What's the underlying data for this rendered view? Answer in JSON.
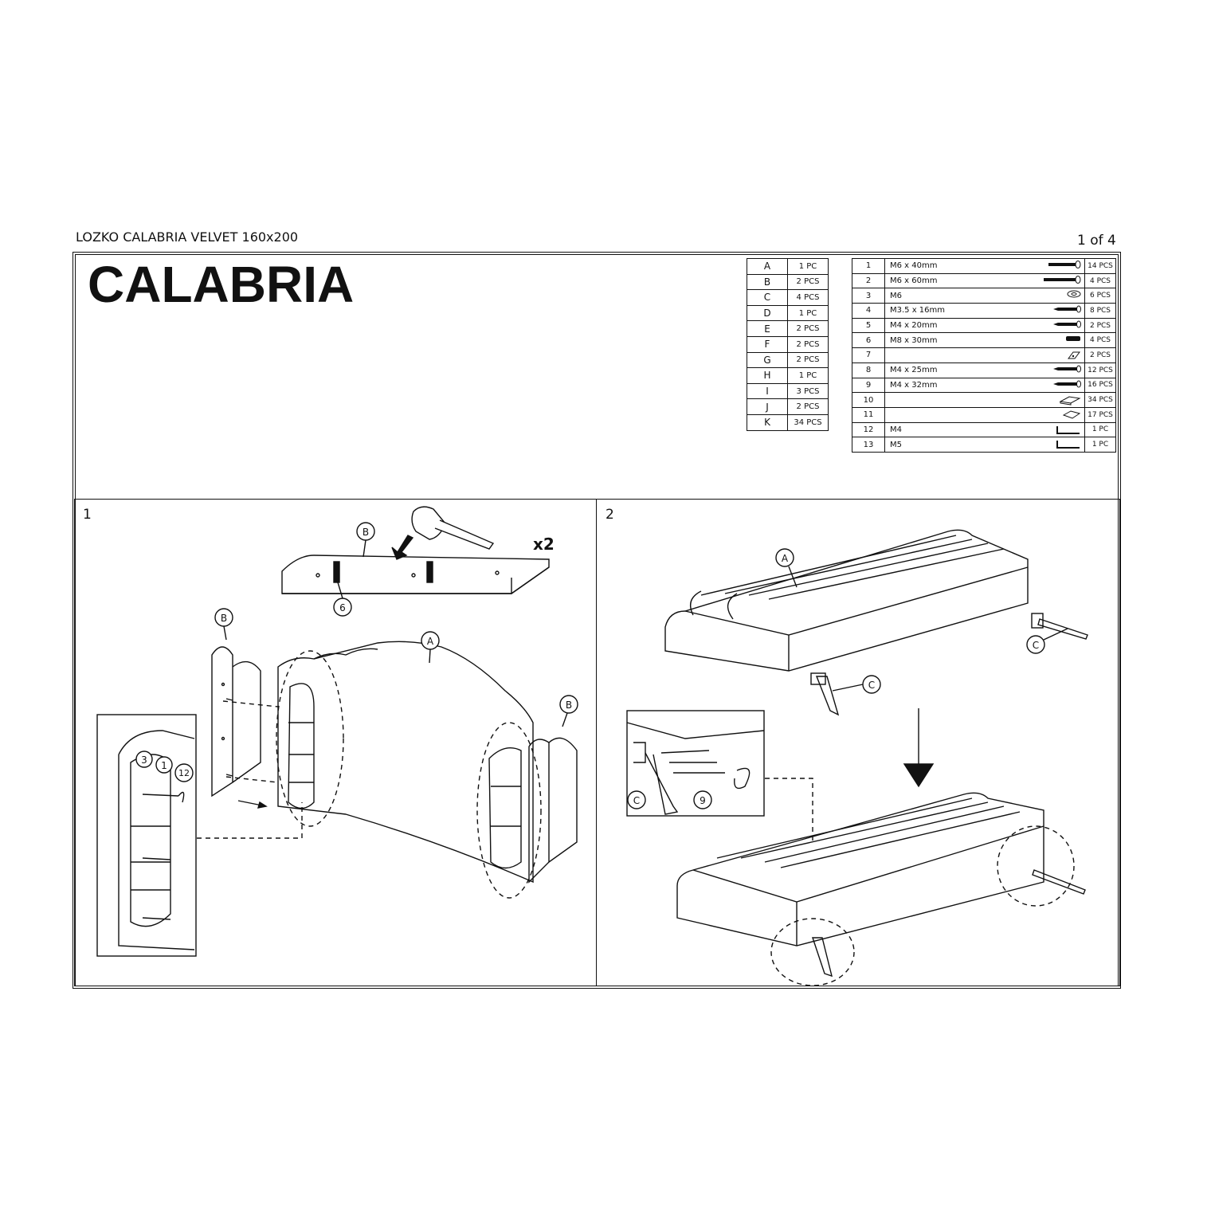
{
  "document": {
    "title": "LOZKO CALABRIA VELVET 160x200",
    "page": "1 of 4",
    "brand": "CALABRIA"
  },
  "parts": [
    {
      "letter": "A",
      "qty": "1 PC"
    },
    {
      "letter": "B",
      "qty": "2 PCS"
    },
    {
      "letter": "C",
      "qty": "4 PCS"
    },
    {
      "letter": "D",
      "qty": "1 PC"
    },
    {
      "letter": "E",
      "qty": "2 PCS"
    },
    {
      "letter": "F",
      "qty": "2 PCS"
    },
    {
      "letter": "G",
      "qty": "2 PCS"
    },
    {
      "letter": "H",
      "qty": "1 PC"
    },
    {
      "letter": "I",
      "qty": "3 PCS"
    },
    {
      "letter": "J",
      "qty": "2 PCS"
    },
    {
      "letter": "K",
      "qty": "34 PCS"
    }
  ],
  "hardware": [
    {
      "num": "1",
      "spec": "M6 x 40mm",
      "qty": "14 PCS",
      "icon": "bolt-icon"
    },
    {
      "num": "2",
      "spec": "M6 x 60mm",
      "qty": "4 PCS",
      "icon": "long-bolt-icon"
    },
    {
      "num": "3",
      "spec": "M6",
      "qty": "6 PCS",
      "icon": "washer-icon"
    },
    {
      "num": "4",
      "spec": "M3.5 x 16mm",
      "qty": "8 PCS",
      "icon": "screw-icon"
    },
    {
      "num": "5",
      "spec": "M4 x 20mm",
      "qty": "2 PCS",
      "icon": "screw-icon"
    },
    {
      "num": "6",
      "spec": "M8 x 30mm",
      "qty": "4 PCS",
      "icon": "dowel-icon"
    },
    {
      "num": "7",
      "spec": "",
      "qty": "2 PCS",
      "icon": "bracket-icon"
    },
    {
      "num": "8",
      "spec": "M4 x 25mm",
      "qty": "12 PCS",
      "icon": "screw-icon"
    },
    {
      "num": "9",
      "spec": "M4 x 32mm",
      "qty": "16 PCS",
      "icon": "screw-icon"
    },
    {
      "num": "10",
      "spec": "",
      "qty": "34 PCS",
      "icon": "slat-holder-icon"
    },
    {
      "num": "11",
      "spec": "",
      "qty": "17 PCS",
      "icon": "slat-cap-icon"
    },
    {
      "num": "12",
      "spec": "M4",
      "qty": "1 PC",
      "icon": "allen-key-icon"
    },
    {
      "num": "13",
      "spec": "M5",
      "qty": "1 PC",
      "icon": "allen-key-icon"
    }
  ],
  "steps": {
    "step1": {
      "number": "1",
      "multiplier": "x2",
      "labels": {
        "b_top": "B",
        "b_left": "B",
        "a": "A",
        "b_right": "B",
        "p6": "6",
        "p3": "3",
        "p1": "1",
        "p12": "12"
      }
    },
    "step2": {
      "number": "2",
      "labels": {
        "a": "A",
        "c_right": "C",
        "c_front": "C",
        "c_detail": "C",
        "p9": "9"
      }
    }
  }
}
